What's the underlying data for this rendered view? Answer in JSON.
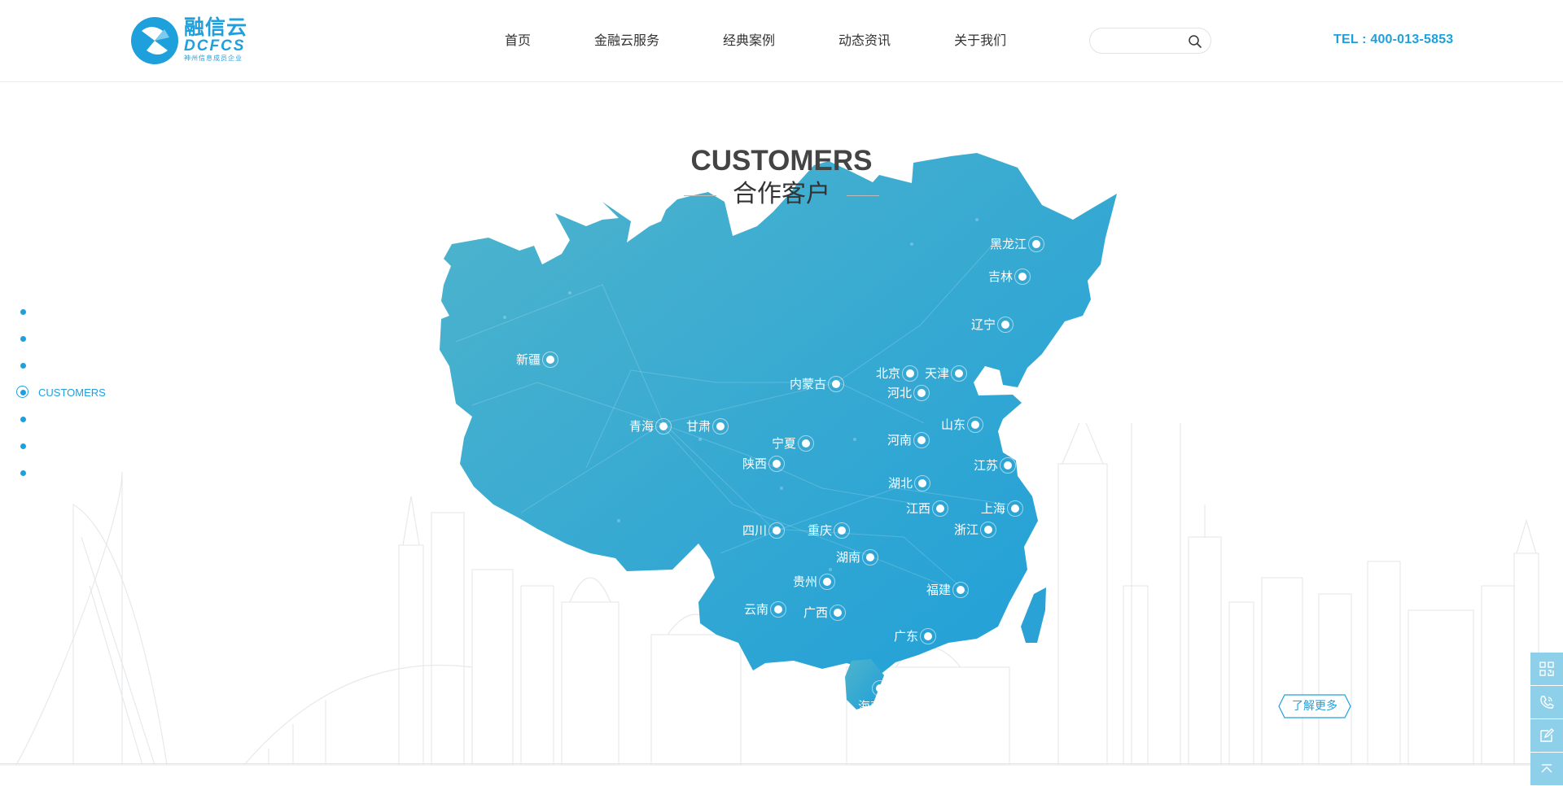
{
  "header": {
    "logo": {
      "name": "融信云",
      "en": "DCFCS",
      "tagline": "神州信息成员企业"
    },
    "nav": [
      {
        "label": "首页"
      },
      {
        "label": "金融云服务"
      },
      {
        "label": "经典案例"
      },
      {
        "label": "动态资讯"
      },
      {
        "label": "关于我们"
      }
    ],
    "search": {
      "placeholder": "",
      "value": "",
      "icon": "search-icon"
    },
    "tel": "TEL : 400-013-5853"
  },
  "section": {
    "title_en": "CUSTOMERS",
    "title_cn": "合作客户",
    "learn_more": "了解更多"
  },
  "side_nav": {
    "active_label": "CUSTOMERS",
    "active_index": 3,
    "count": 7
  },
  "map": {
    "fill_color": "#2ea8d8",
    "provinces": [
      {
        "name": "黑龙江"
      },
      {
        "name": "吉林"
      },
      {
        "name": "辽宁"
      },
      {
        "name": "新疆"
      },
      {
        "name": "内蒙古"
      },
      {
        "name": "北京"
      },
      {
        "name": "天津"
      },
      {
        "name": "河北"
      },
      {
        "name": "青海"
      },
      {
        "name": "甘肃"
      },
      {
        "name": "宁夏"
      },
      {
        "name": "河南"
      },
      {
        "name": "山东"
      },
      {
        "name": "陕西"
      },
      {
        "name": "江苏"
      },
      {
        "name": "湖北"
      },
      {
        "name": "江西"
      },
      {
        "name": "上海"
      },
      {
        "name": "四川"
      },
      {
        "name": "重庆"
      },
      {
        "name": "浙江"
      },
      {
        "name": "湖南"
      },
      {
        "name": "贵州"
      },
      {
        "name": "福建"
      },
      {
        "name": "云南"
      },
      {
        "name": "广西"
      },
      {
        "name": "广东"
      },
      {
        "name": "海南"
      }
    ]
  },
  "float_toolbar": [
    {
      "icon": "qrcode-icon"
    },
    {
      "icon": "phone-icon"
    },
    {
      "icon": "edit-icon"
    },
    {
      "icon": "back-to-top-icon"
    }
  ],
  "colors": {
    "accent": "#1ea0dc",
    "float_bg": "#8ecfe9"
  }
}
